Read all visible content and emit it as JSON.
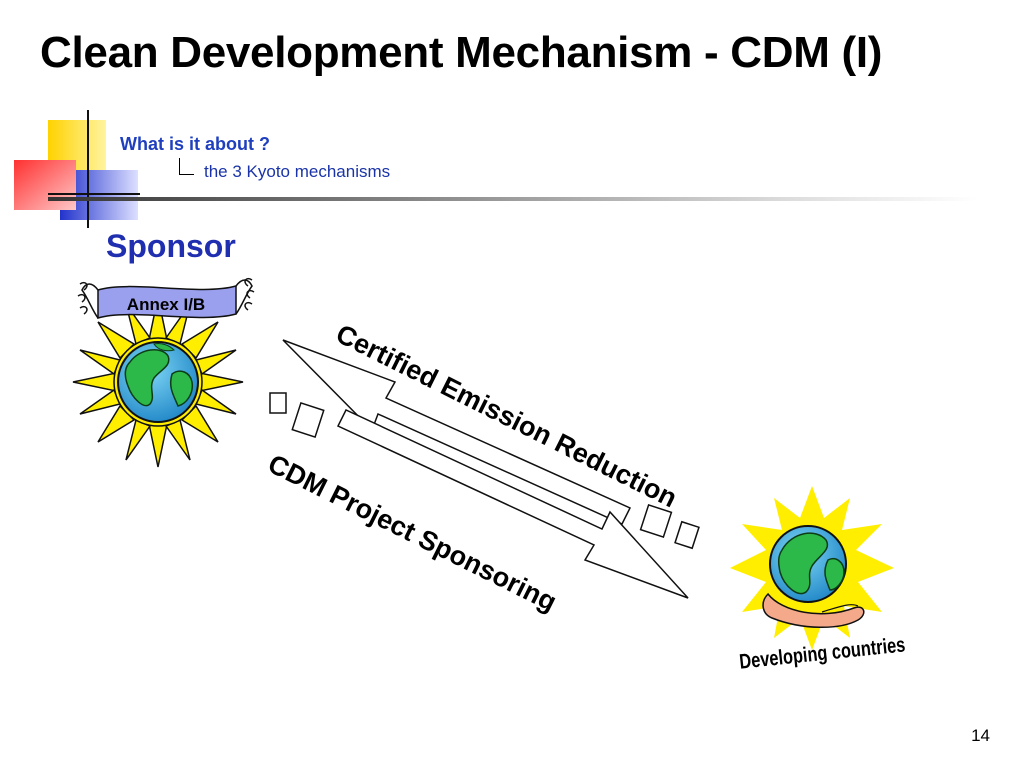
{
  "slide": {
    "title": "Clean Development Mechanism - CDM (I)",
    "subtitle": "What is it about ?",
    "subitem": "the 3 Kyoto mechanisms",
    "page_number": "14"
  },
  "diagram": {
    "sponsor_label": "Sponsor",
    "sponsor_banner": "Annex I/B",
    "upper_arrow_label": "Certified Emission Reduction",
    "lower_arrow_label": "CDM Project Sponsoring",
    "recipient_label": "Developing countries",
    "colors": {
      "title": "#000000",
      "subtitle": "#1f3fbf",
      "sponsor": "#1f2fb0",
      "sun": "#ffee00",
      "globe_ocean": "#2aa0d6",
      "globe_land": "#2db84a",
      "banner": "#9aa0ee",
      "deco_yellow": "#ffd200",
      "deco_red": "#ff4444",
      "deco_blue": "#3344dd"
    },
    "icons": [
      "sun-globe-icon",
      "globe-in-hand-icon",
      "scroll-banner-icon"
    ]
  }
}
